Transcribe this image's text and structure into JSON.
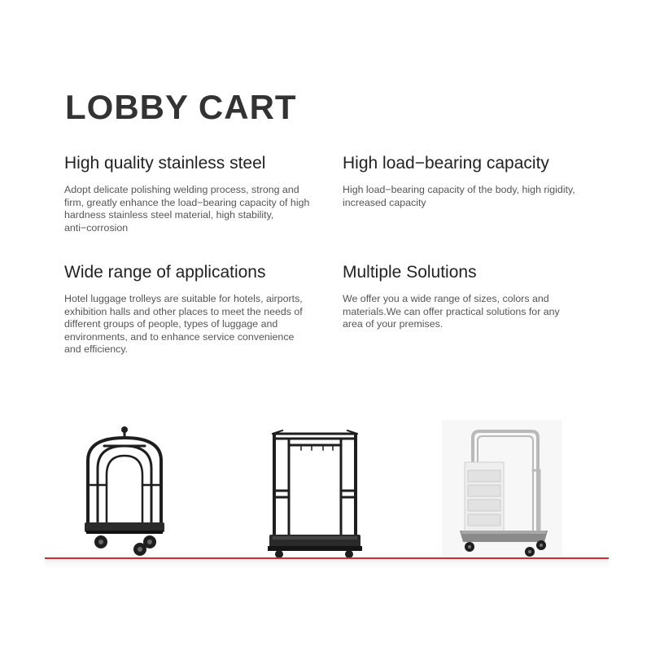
{
  "page": {
    "title": "LOBBY CART"
  },
  "features": [
    {
      "heading": "High quality stainless steel",
      "body": "Adopt delicate polishing welding process, strong and firm, greatly enhance the load−bearing capacity of high hardness stainless steel material, high stability, anti−corrosion"
    },
    {
      "heading": "High load−bearing capacity",
      "body": "High load−bearing capacity of the body, high rigidity, increased capacity"
    },
    {
      "heading": "Wide range of applications",
      "body": "Hotel luggage trolleys are suitable for hotels, airports, exhibition halls and other places to meet the needs of different groups of people, types of luggage and environments, and to enhance service convenience and efficiency."
    },
    {
      "heading": "Multiple Solutions",
      "body": "We offer you a wide range of sizes, colors and materials.We can offer practical solutions for any area of your premises."
    }
  ],
  "products": [
    {
      "icon": "birdcage-luggage-cart-icon"
    },
    {
      "icon": "garment-rack-cart-icon"
    },
    {
      "icon": "stainless-platform-cart-icon"
    }
  ],
  "colors": {
    "text_dark": "#333333",
    "accent_line": "#d9282f",
    "cart_black": "#1e1e1e",
    "cart_steel": "#b9b9b9"
  }
}
